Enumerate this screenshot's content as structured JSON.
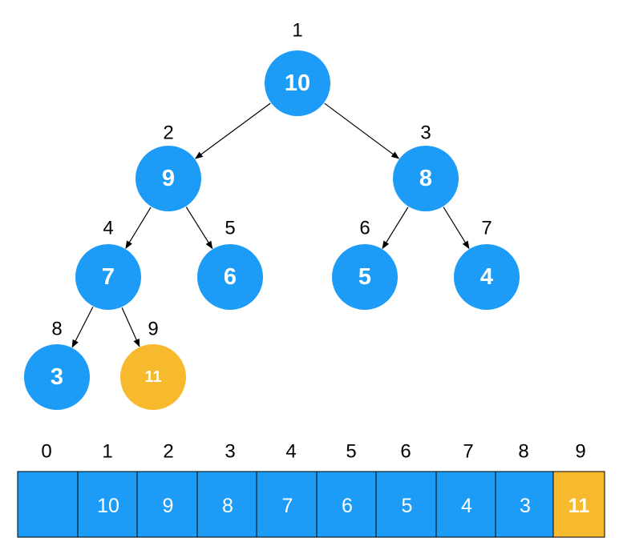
{
  "colors": {
    "node_blue": "#1C9CF6",
    "highlight_gold": "#F7B92D",
    "text_white": "#FFFFFF",
    "edge_black": "#000000"
  },
  "tree": {
    "nodes": [
      {
        "index": "1",
        "value": "10",
        "highlight": false
      },
      {
        "index": "2",
        "value": "9",
        "highlight": false
      },
      {
        "index": "3",
        "value": "8",
        "highlight": false
      },
      {
        "index": "4",
        "value": "7",
        "highlight": false
      },
      {
        "index": "5",
        "value": "6",
        "highlight": false
      },
      {
        "index": "6",
        "value": "5",
        "highlight": false
      },
      {
        "index": "7",
        "value": "4",
        "highlight": false
      },
      {
        "index": "8",
        "value": "3",
        "highlight": false
      },
      {
        "index": "9",
        "value": "11",
        "highlight": true
      }
    ],
    "edges": [
      {
        "from": "1",
        "to": "2"
      },
      {
        "from": "1",
        "to": "3"
      },
      {
        "from": "2",
        "to": "4"
      },
      {
        "from": "2",
        "to": "5"
      },
      {
        "from": "3",
        "to": "6"
      },
      {
        "from": "3",
        "to": "7"
      },
      {
        "from": "4",
        "to": "8"
      },
      {
        "from": "4",
        "to": "9"
      }
    ]
  },
  "array": {
    "indices": [
      "0",
      "1",
      "2",
      "3",
      "4",
      "5",
      "6",
      "7",
      "8",
      "9"
    ],
    "cells": [
      {
        "value": "",
        "highlight": false
      },
      {
        "value": "10",
        "highlight": false
      },
      {
        "value": "9",
        "highlight": false
      },
      {
        "value": "8",
        "highlight": false
      },
      {
        "value": "7",
        "highlight": false
      },
      {
        "value": "6",
        "highlight": false
      },
      {
        "value": "5",
        "highlight": false
      },
      {
        "value": "4",
        "highlight": false
      },
      {
        "value": "3",
        "highlight": false
      },
      {
        "value": "11",
        "highlight": true
      }
    ]
  }
}
